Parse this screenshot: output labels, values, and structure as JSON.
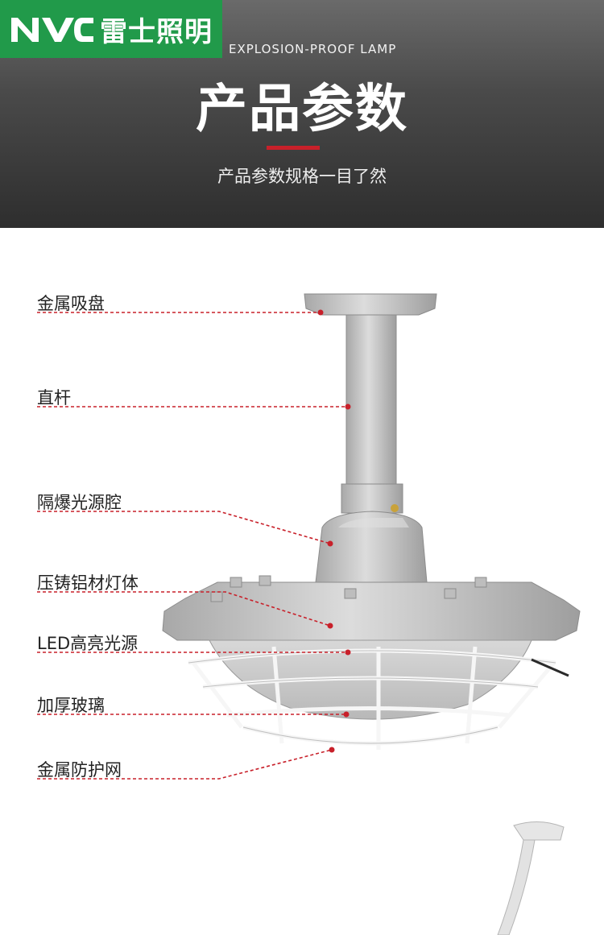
{
  "header": {
    "brand_name": "雷士照明",
    "brand_logo_text": "NVC",
    "english_subtitle": "EXPLOSION-PROOF LAMP",
    "title": "产品参数",
    "subtitle": "产品参数规格一目了然"
  },
  "parts": [
    {
      "label": "金属吸盘"
    },
    {
      "label": "直杆"
    },
    {
      "label": "隔爆光源腔"
    },
    {
      "label": "压铸铝材灯体"
    },
    {
      "label": "LED高亮光源"
    },
    {
      "label": "加厚玻璃"
    },
    {
      "label": "金属防护网"
    }
  ],
  "colors": {
    "brand_green": "#219a4a",
    "accent_red": "#c8202a",
    "lamp_gray": "#c9c9c9"
  }
}
